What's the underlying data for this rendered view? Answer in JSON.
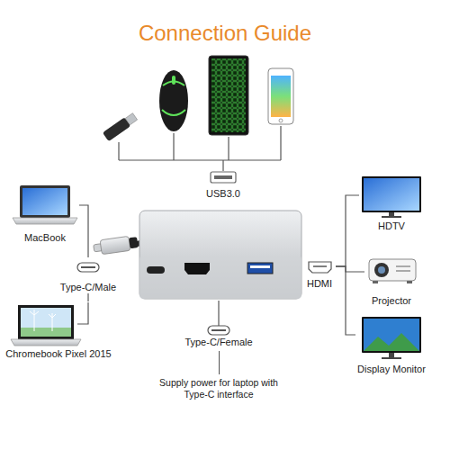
{
  "diagram": {
    "title": "Connection Guide",
    "nodes": [
      {
        "text": [
          "MacBook"
        ]
      },
      {
        "text": [
          "Chromebook Pixel 2015"
        ]
      },
      {
        "text": [
          "Type-C/Male"
        ]
      },
      {
        "text": [
          "USB3.0"
        ]
      },
      {
        "text": [
          "HDMI"
        ]
      },
      {
        "text": [
          "HDTV"
        ]
      },
      {
        "text": [
          "Projector"
        ]
      },
      {
        "text": [
          "Display Monitor"
        ]
      },
      {
        "text": [
          "Type-C/Female",
          "Supply power for laptop with Type-C interface"
        ]
      }
    ],
    "edges": [
      {
        "from": 0,
        "to": 2,
        "arrow": "none"
      },
      {
        "from": 1,
        "to": 2,
        "arrow": "none"
      },
      {
        "from": 4,
        "to": 5,
        "arrow": "none"
      },
      {
        "from": 4,
        "to": 6,
        "arrow": "none"
      },
      {
        "from": 4,
        "to": 7,
        "arrow": "none"
      }
    ]
  }
}
